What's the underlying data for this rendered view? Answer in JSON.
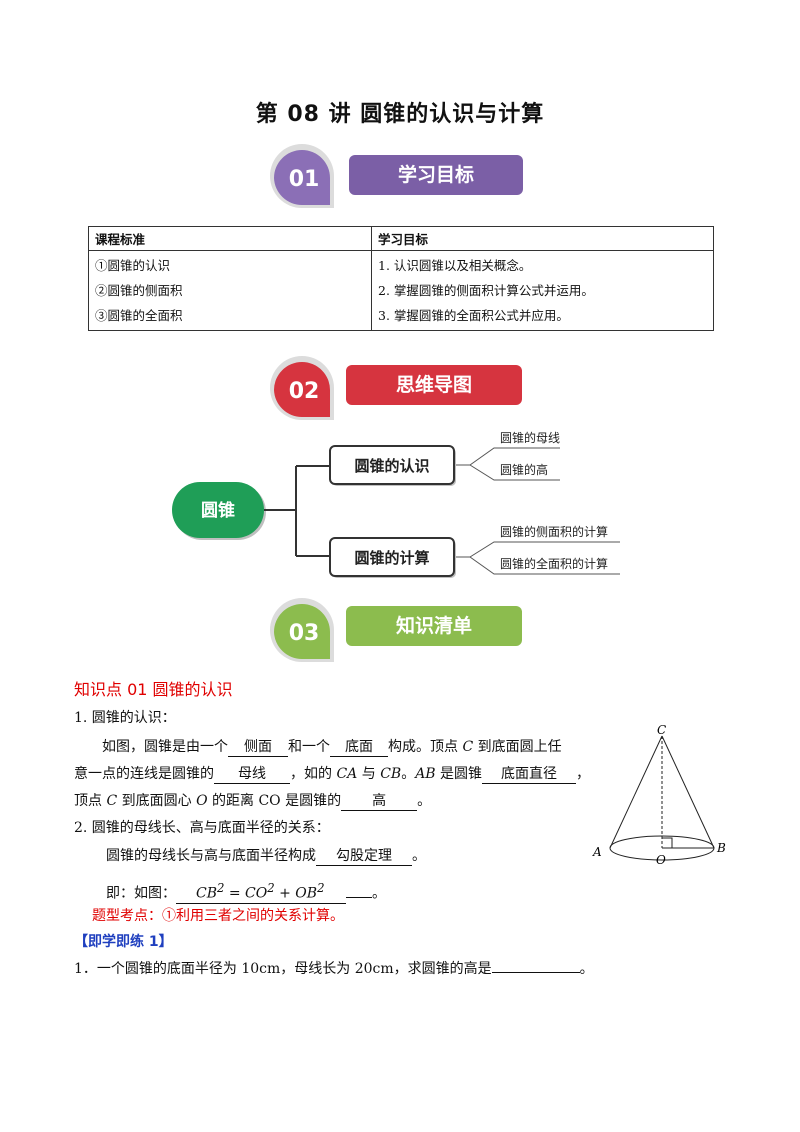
{
  "title": "第 08 讲  圆锥的认识与计算",
  "banners": [
    {
      "num": "01",
      "label": "学习目标",
      "color": "#7b5fa6",
      "num_color": "#8b6fb6"
    },
    {
      "num": "02",
      "label": "思维导图",
      "color": "#d6343f",
      "num_color": "#d6343f"
    },
    {
      "num": "03",
      "label": "知识清单",
      "color": "#8cbc4e",
      "num_color": "#8cbc4e"
    }
  ],
  "table": {
    "headers": [
      "课程标准",
      "学习目标"
    ],
    "left": [
      "①圆锥的认识",
      "②圆锥的侧面积",
      "③圆锥的全面积"
    ],
    "right": [
      "1. 认识圆锥以及相关概念。",
      "2. 掌握圆锥的侧面积计算公式并运用。",
      "3. 掌握圆锥的全面积公式并应用。"
    ]
  },
  "mindmap": {
    "root": "圆锥",
    "root_color": "#1f9e57",
    "branches": [
      {
        "label": "圆锥的认识",
        "leaves": [
          "圆锥的母线",
          "圆锥的高"
        ]
      },
      {
        "label": "圆锥的计算",
        "leaves": [
          "圆锥的侧面积的计算",
          "圆锥的全面积的计算"
        ]
      }
    ]
  },
  "knowledge": {
    "heading": "知识点 01    圆锥的认识",
    "s1_title": "1. 圆锥的认识：",
    "p1": {
      "a": "如图，圆锥是由一个",
      "b1": "侧面",
      "c": "和一个",
      "b2": "底面",
      "d": "构成。顶点",
      "C": "C",
      "e": "到底面圆上任",
      "f": "意一点的连线是圆锥的",
      "b3": "母线",
      "g": "，如的",
      "CA": "CA",
      "h": "与",
      "CB": "CB",
      "i": "。",
      "AB": "AB",
      "j": "是圆锥",
      "b4": "底面直径",
      "k": "，",
      "l": "顶点",
      "m": "到底面圆心",
      "O": "O",
      "n": "的距离 CO 是圆锥的",
      "b5": "高",
      "o": "。"
    },
    "s2_title": "2. 圆锥的母线长、高与底面半径的关系：",
    "p2a": "圆锥的母线长与高与底面半径构成",
    "p2b": "勾股定理",
    "p2c": "。",
    "formula_prefix": "即：如图：",
    "formula_suffix": "。",
    "exam_point": "题型考点：①利用三者之间的关系计算。",
    "practice_title": "【即学即练 1】",
    "q1": "1．一个圆锥的底面半径为 10cm，母线长为 20cm，求圆锥的高是",
    "q1_end": "。"
  },
  "figure_labels": {
    "C": "C",
    "A": "A",
    "O": "O",
    "B": "B"
  }
}
